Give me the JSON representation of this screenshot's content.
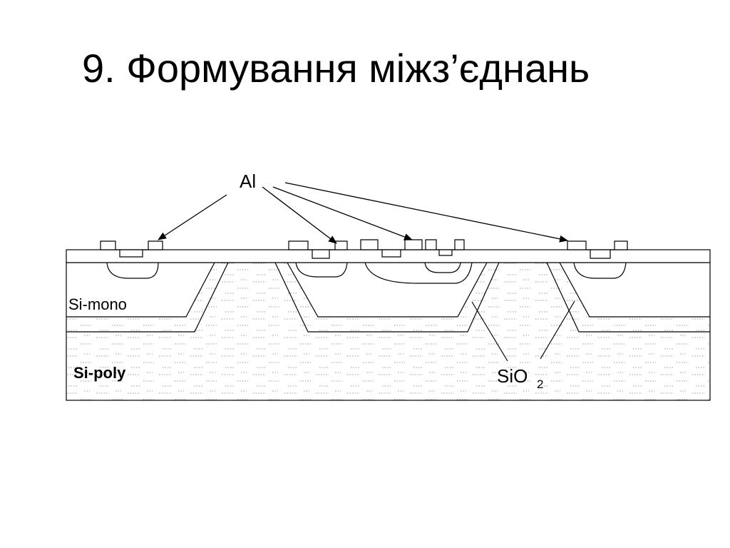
{
  "slide": {
    "title": "9. Формування міжз’єднань"
  },
  "diagram": {
    "labels": {
      "al": "Al",
      "si_mono": "Si-mono",
      "si_poly": "Si-poly",
      "sio2_base": "SiO",
      "sio2_subscript": "2"
    },
    "colors": {
      "line": "#000000",
      "background": "#ffffff",
      "poly_texture": "#9a9a9a"
    }
  }
}
